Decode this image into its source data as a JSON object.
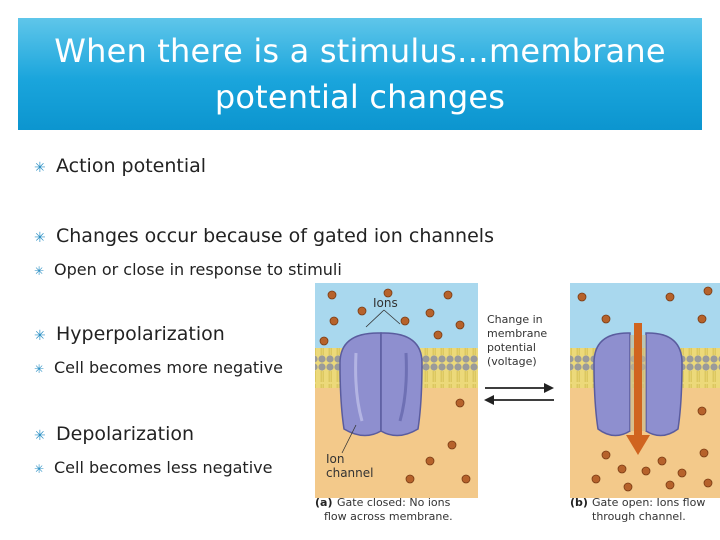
{
  "slide": {
    "title_line1": "When there is a stimulus…membrane",
    "title_line2": "potential changes",
    "bullets": [
      {
        "text": "Action potential"
      },
      {
        "text": "Changes occur because of gated ion channels",
        "sub": "Open or close in response to stimuli"
      },
      {
        "text": "Hyperpolarization",
        "sub": "Cell becomes more negative"
      },
      {
        "text": "Depolarization",
        "sub": "Cell becomes less negative"
      }
    ],
    "bullet_glyph": "✳"
  },
  "figure": {
    "label_ions": "Ions",
    "label_ion": "Ion",
    "label_channel": "channel",
    "arrow_label": [
      "Change in",
      "membrane",
      "potential",
      "(voltage)"
    ],
    "caption_a_tag": "(a)",
    "caption_a": [
      "Gate closed: No ions",
      "flow across membrane."
    ],
    "caption_b_tag": "(b)",
    "caption_b": [
      "Gate open: Ions flow",
      "through channel."
    ],
    "colors": {
      "title_band": "#1aa5dc",
      "extracellular": "#a9d8ee",
      "intracellular": "#f3c98a",
      "lipid_head": "#9a9a9a",
      "lipid_tail": "#e9d36a",
      "channel": "#8e8fcf",
      "ion": "#b6622b",
      "ion_flow_arrow": "#d0641f"
    }
  }
}
